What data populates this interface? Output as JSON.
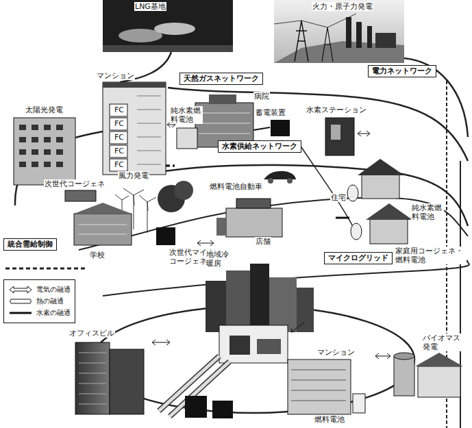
{
  "diagram": {
    "nodes": [
      {
        "text": [
          "天然ガスネットワーク"
        ]
      },
      {
        "text": [
          "電力ネットワーク"
        ]
      },
      {
        "text": [
          "水素供給ネットワーク"
        ]
      },
      {
        "text": [
          "統合需給制御"
        ]
      },
      {
        "text": [
          "マイクログリッド"
        ]
      }
    ],
    "labels": [
      "LNG基地",
      "火力・原子力発電",
      "マンション",
      "FC",
      "FC",
      "FC",
      "FC",
      "FC",
      "病院",
      "太陽光発電",
      "純水素燃料電池",
      "蓄電装置",
      "水素ステーション",
      "風力発電",
      "燃料電池自動車",
      "次世代コージェネ",
      "住宅",
      "純水素燃料電池",
      "学校",
      "店舗",
      "家庭用コージェネ・燃料電池",
      "次世代マイクロコージェネ",
      "地域冷暖房",
      "オフィスビル",
      "バイオマス発電",
      "マンション",
      "燃料電池"
    ],
    "legend": [
      {
        "text": "電気の融通"
      },
      {
        "text": "熱の融通"
      },
      {
        "text": "水素の融通"
      }
    ]
  }
}
